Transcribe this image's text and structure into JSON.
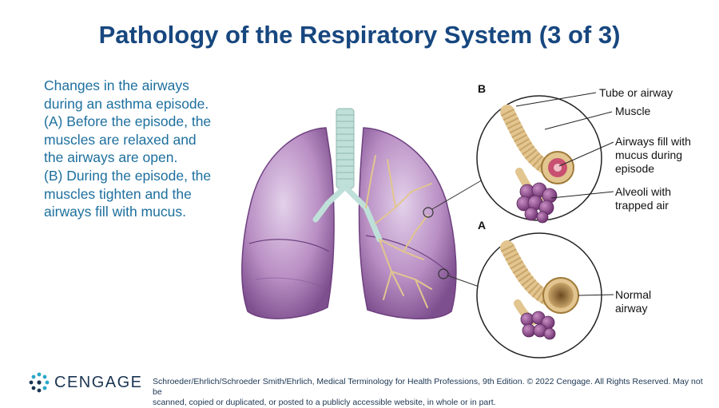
{
  "slide": {
    "title": "Pathology of the Respiratory System (3 of 3)",
    "body_lines": [
      "Changes in the airways",
      "during an asthma episode.",
      "(A) Before the episode, the",
      "muscles are relaxed and",
      "the airways are open.",
      "(B) During the episode, the",
      "muscles tighten and the",
      "airways fill with mucus."
    ]
  },
  "figure": {
    "panel_b": "B",
    "panel_a": "A",
    "labels": {
      "tube": "Tube or airway",
      "muscle": "Muscle",
      "mucus_1": "Airways fill with",
      "mucus_2": "mucus during",
      "mucus_3": "episode",
      "alveoli_1": "Alveoli with",
      "alveoli_2": "trapped air",
      "normal_1": "Normal",
      "normal_2": "airway"
    }
  },
  "footer": {
    "logo": "CENGAGE",
    "logo_icon": "cengage-dots-icon",
    "copyright_1": "Schroeder/Ehrlich/Schroeder Smith/Ehrlich, Medical Terminology for Health Professions, 9th Edition. © 2022 Cengage. All Rights Reserved. May not be",
    "copyright_2": "scanned, copied or duplicated, or posted to a publicly accessible website, in whole or in part."
  },
  "colors": {
    "title": "#17477f",
    "body": "#1d6f9e",
    "lung": "#b98fc4",
    "airway": "#e2c58f",
    "alveoli": "#8a4d8c"
  }
}
